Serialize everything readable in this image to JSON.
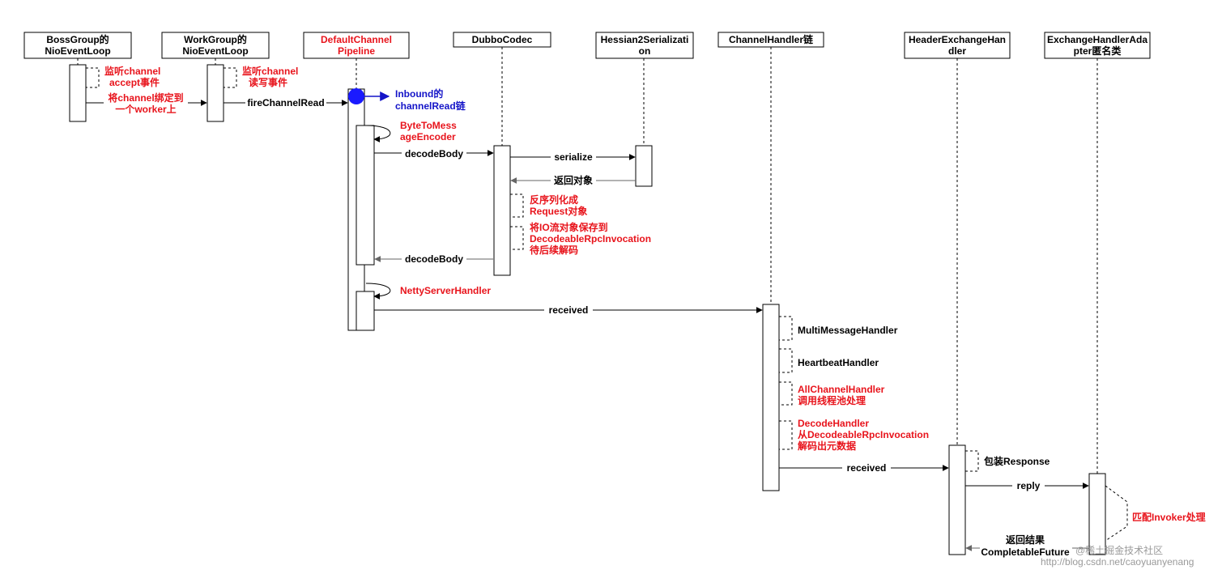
{
  "participants": [
    {
      "id": "boss",
      "line1": "BossGroup的",
      "line2": "NioEventLoop",
      "color": "#000000"
    },
    {
      "id": "work",
      "line1": "WorkGroup的",
      "line2": "NioEventLoop",
      "color": "#000000"
    },
    {
      "id": "pipe",
      "line1": "DefaultChannel",
      "line2": "Pipeline",
      "color": "#e8141c"
    },
    {
      "id": "codec",
      "line1": "DubboCodec",
      "line2": "",
      "color": "#000000"
    },
    {
      "id": "hessian",
      "line1": "Hessian2Serializati",
      "line2": "on",
      "color": "#000000"
    },
    {
      "id": "chain",
      "line1": "ChannelHandler链",
      "line2": "",
      "color": "#000000"
    },
    {
      "id": "hex",
      "line1": "HeaderExchangeHan",
      "line2": "dler",
      "color": "#000000"
    },
    {
      "id": "adapter",
      "line1": "ExchangeHandlerAda",
      "line2": "pter匿名类",
      "color": "#000000"
    }
  ],
  "labels": {
    "boss_self": [
      "监听channel",
      "accept事件"
    ],
    "bind_worker": [
      "将channel绑定到",
      "一个worker上"
    ],
    "work_self": [
      "监听channel",
      "读写事件"
    ],
    "fire": "fireChannelRead",
    "inbound": [
      "Inbound的",
      "channelRead链"
    ],
    "encoder": [
      "ByteToMess",
      "ageEncoder"
    ],
    "decode_body": "decodeBody",
    "serialize": "serialize",
    "return_obj": "返回对象",
    "deserialize": [
      "反序列化成",
      "Request对象"
    ],
    "save_io": [
      "将IO流对象保存到",
      "DecodeableRpcInvocation",
      "待后续解码"
    ],
    "decode_body_ret": "decodeBody",
    "netty_handler": "NettyServerHandler",
    "received1": "received",
    "multi": "MultiMessageHandler",
    "heartbeat": "HeartbeatHandler",
    "all_channel": [
      "AllChannelHandler",
      "调用线程池处理"
    ],
    "decode_handler": [
      "DecodeHandler",
      "从DecodeableRpcInvocation",
      "解码出元数据"
    ],
    "received2": "received",
    "wrap_response": "包装Response",
    "reply": "reply",
    "match_invoker": "匹配Invoker处理",
    "return_result": [
      "返回结果",
      "CompletableFuture"
    ],
    "watermark1": "@稀土掘金技术社区",
    "watermark2": "http://blog.csdn.net/caoyuanyenang"
  }
}
